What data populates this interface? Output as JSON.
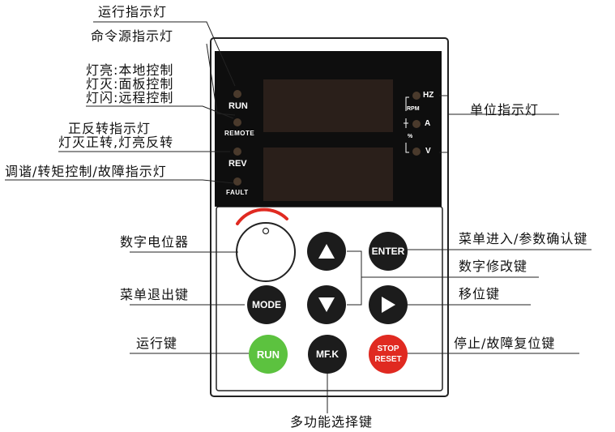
{
  "labels": {
    "run_indicator": "运行指示灯",
    "cmd_source_indicator": "命令源指示灯",
    "lamp_on_local": "灯亮:本地控制",
    "lamp_off_panel": "灯灭:面板控制",
    "lamp_flash_remote": "灯闪:远程控制",
    "fwd_rev_indicator": "正反转指示灯",
    "fwd_rev_desc": "灯灭正转,灯亮反转",
    "fault_indicator": "调谐/转矩控制/故障指示灯",
    "unit_indicator": "单位指示灯",
    "potentiometer": "数字电位器",
    "menu_exit_key": "菜单退出键",
    "run_key": "运行键",
    "menu_enter_key": "菜单进入/参数确认键",
    "digit_modify_key": "数字修改键",
    "shift_key": "移位键",
    "stop_reset_key": "停止/故障复位键",
    "multi_func_key": "多功能选择键"
  },
  "panel": {
    "led_run": "RUN",
    "led_remote": "REMOTE",
    "led_rev": "REV",
    "led_fault": "FAULT",
    "unit_hz": "HZ",
    "unit_rpm": "RPM",
    "unit_a": "A",
    "unit_pct": "%",
    "unit_v": "V"
  },
  "buttons": {
    "enter": "ENTER",
    "mode": "MODE",
    "run": "RUN",
    "mfk": "MF.K",
    "stop": "STOP",
    "reset": "RESET"
  },
  "colors": {
    "display_bg": "#0e0e0e",
    "segment_bg": "#2a1f1a",
    "led_off": "#4a3a2c",
    "run_green": "#5cc23f",
    "stop_red": "#e02a21",
    "arc_red": "#e02a21"
  },
  "icons": [
    "up-arrow-icon",
    "down-arrow-icon",
    "right-arrow-icon"
  ]
}
